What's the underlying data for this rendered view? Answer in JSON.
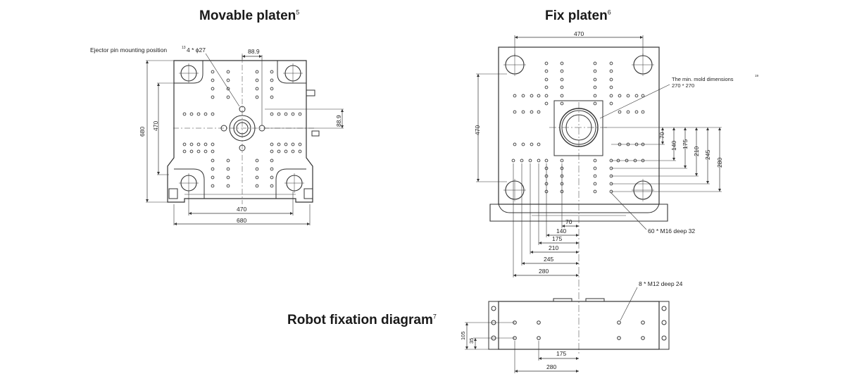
{
  "titles": {
    "movable": "Movable platen",
    "movable_sup": "5",
    "fix": "Fix platen",
    "fix_sup": "6",
    "robot": "Robot fixation diagram",
    "robot_sup": "7"
  },
  "movable": {
    "ejector_label": "Ejector pin mounting position",
    "ejector_sup": "13",
    "ejector_spec": "4 * ϕ27",
    "dim_88_top": "88.9",
    "dim_88_right": "88.9",
    "dim_680_v": "680",
    "dim_470_v": "470",
    "dim_470_h": "470",
    "dim_680_h": "680"
  },
  "fix": {
    "dim_470_top": "470",
    "dim_470_left": "470",
    "mold_label": "The min. mold dimensions",
    "mold_sup": "19",
    "mold_value": "270 * 270",
    "right_dims": [
      "70",
      "140",
      "175",
      "210",
      "245",
      "280"
    ],
    "bottom_dims": [
      "70",
      "140",
      "175",
      "210",
      "245",
      "280"
    ],
    "thread_label": "60 * M16 deep 32"
  },
  "robot": {
    "thread_label": "8 * M12 deep 24",
    "dim_105": "105",
    "dim_35": "35",
    "dim_175": "175",
    "dim_280": "280"
  }
}
